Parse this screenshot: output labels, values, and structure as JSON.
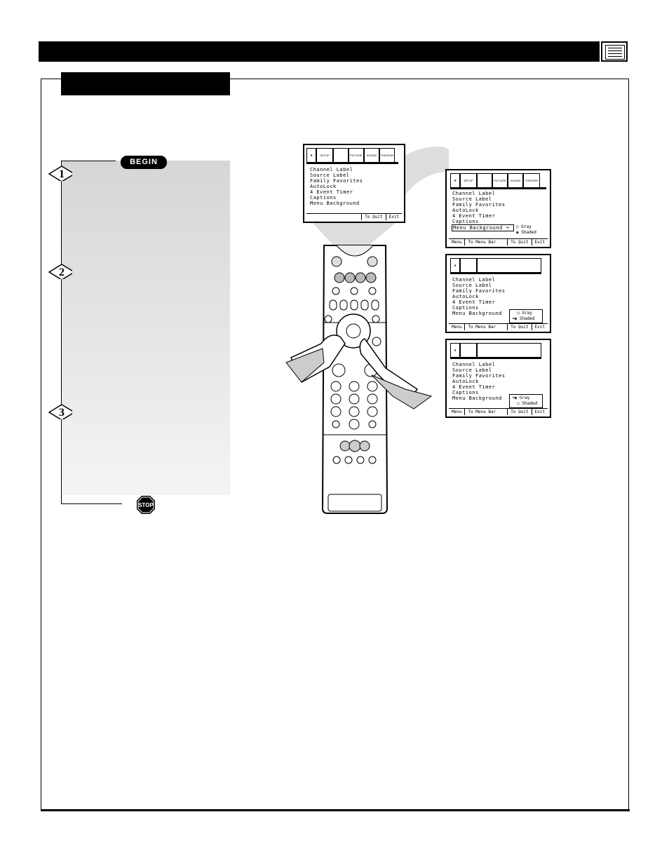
{
  "header": {
    "icon": "tv-screen-icon"
  },
  "steps": {
    "begin_label": "BEGIN",
    "items": [
      {
        "number": "1",
        "text": ""
      },
      {
        "number": "2",
        "text": ""
      },
      {
        "number": "3",
        "text": ""
      }
    ],
    "stop_label": "STOP"
  },
  "tv_tabs": [
    "SETUP",
    "",
    "PICTURE",
    "SOUND",
    "THEATER"
  ],
  "menu_items": [
    "Channel Label",
    "Source Label",
    "Family Favorites",
    "AutoLock",
    "4 Event Timer",
    "Captions",
    "Menu Background"
  ],
  "options": [
    "Gray",
    "Shaded"
  ],
  "footer": {
    "menu": "Menu",
    "to_menu_bar": "To Menu Bar",
    "to_quit": "To Quit",
    "exit": "Exit"
  }
}
